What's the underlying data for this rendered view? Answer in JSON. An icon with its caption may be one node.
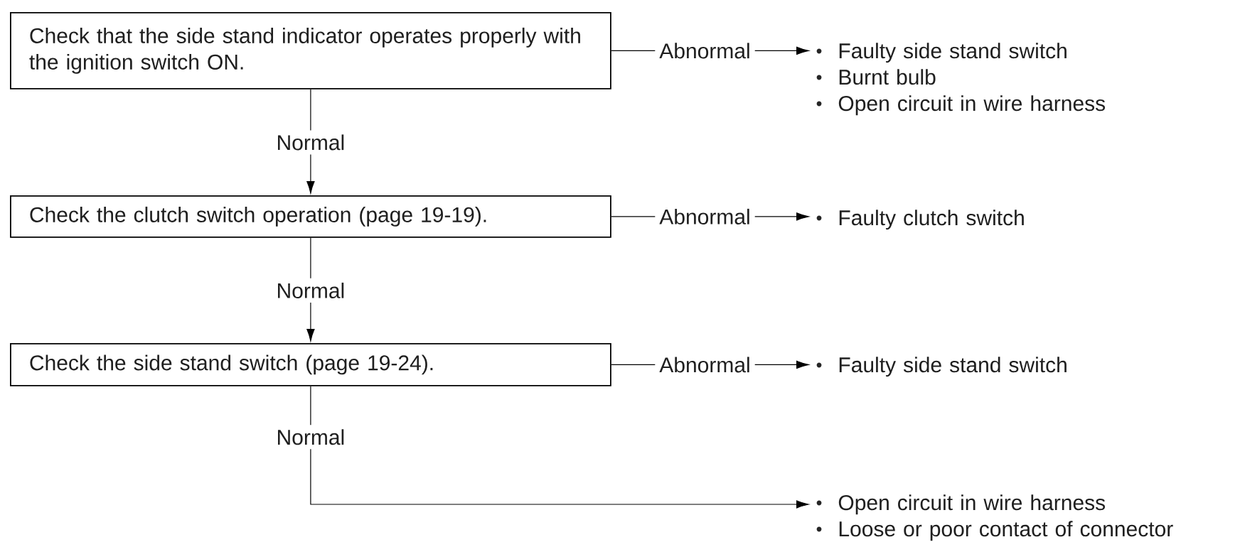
{
  "diagram": {
    "nodes": [
      {
        "text": [
          "Check that the side stand indicator operates properly with the ignition switch ON."
        ]
      },
      {
        "text": [
          "Check the clutch switch operation (page 19-19)."
        ]
      },
      {
        "text": [
          "Check the side stand switch (page 19-24)."
        ]
      },
      {
        "text": [
          "Faulty side stand switch",
          "Burnt bulb",
          "Open circuit in wire harness"
        ]
      },
      {
        "text": [
          "Faulty clutch switch"
        ]
      },
      {
        "text": [
          "Faulty side stand switch"
        ]
      },
      {
        "text": [
          "Open circuit in wire harness",
          "Loose or poor contact of connector"
        ]
      }
    ],
    "edges": [
      {
        "from": 0,
        "to": 3,
        "arrow": "to",
        "label": "Abnormal"
      },
      {
        "from": 0,
        "to": 1,
        "arrow": "to",
        "label": "Normal"
      },
      {
        "from": 1,
        "to": 4,
        "arrow": "to",
        "label": "Abnormal"
      },
      {
        "from": 1,
        "to": 2,
        "arrow": "to",
        "label": "Normal"
      },
      {
        "from": 2,
        "to": 5,
        "arrow": "to",
        "label": "Abnormal"
      },
      {
        "from": 2,
        "to": 6,
        "arrow": "to",
        "label": "Normal"
      }
    ]
  }
}
